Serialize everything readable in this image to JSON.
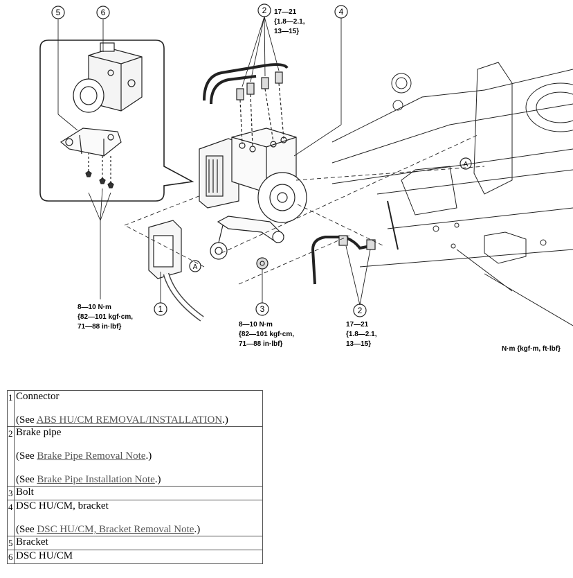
{
  "diagram": {
    "callouts": {
      "c1": "1",
      "c2a": "2",
      "c2b": "2",
      "c3": "3",
      "c4": "4",
      "c5": "5",
      "c6": "6",
      "refA1": "A",
      "refA2": "A"
    },
    "torques": {
      "top_pipe": [
        "17—21",
        "{1.8—2.1,",
        "13—15}"
      ],
      "bracket_bolts": [
        "8—10 N·m",
        "{82—101 kgf·cm,",
        "71—88 in·lbf}"
      ],
      "bolt": [
        "8—10 N·m",
        "{82—101 kgf·cm,",
        "71—88 in·lbf}"
      ],
      "lower_pipe": [
        "17—21",
        "{1.8—2.1,",
        "13—15}"
      ]
    },
    "units_note": "N·m {kgf·m, ft·lbf}"
  },
  "legend": [
    {
      "num": "1",
      "name": "Connector",
      "see": [
        {
          "pre": "(See ",
          "link": "ABS HU/CM REMOVAL/INSTALLATION",
          "post": ".)"
        }
      ]
    },
    {
      "num": "2",
      "name": "Brake pipe",
      "see": [
        {
          "pre": "(See ",
          "link": "Brake Pipe Removal Note",
          "post": ".)"
        },
        {
          "pre": "(See ",
          "link": "Brake Pipe Installation Note",
          "post": ".)"
        }
      ]
    },
    {
      "num": "3",
      "name": "Bolt",
      "see": []
    },
    {
      "num": "4",
      "name": "DSC HU/CM, bracket",
      "see": [
        {
          "pre": "(See ",
          "link": "DSC HU/CM, Bracket Removal Note",
          "post": ".)"
        }
      ]
    },
    {
      "num": "5",
      "name": "Bracket",
      "see": []
    },
    {
      "num": "6",
      "name": "DSC HU/CM",
      "see": []
    }
  ]
}
